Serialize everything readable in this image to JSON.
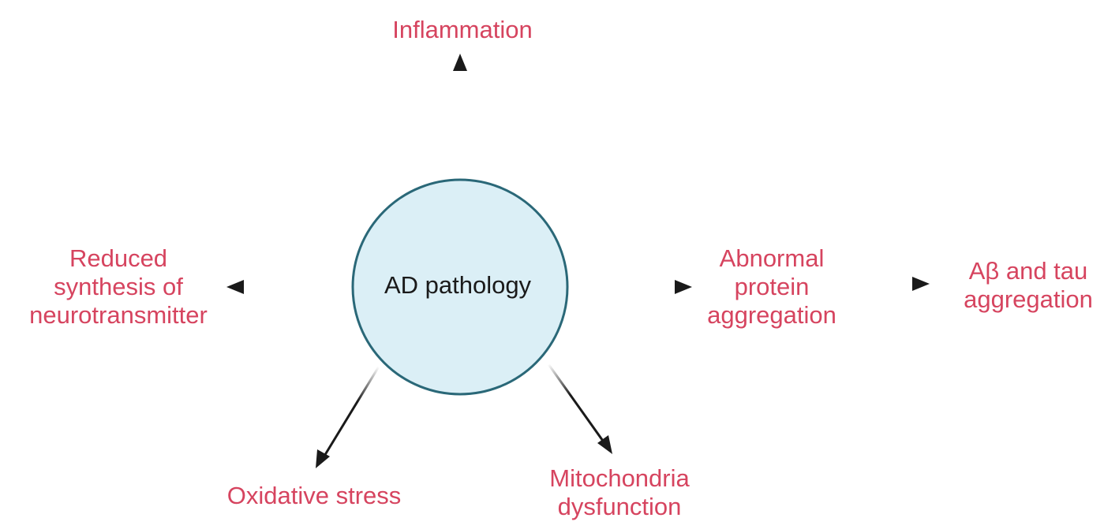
{
  "colors": {
    "label_text": "#d6445f",
    "center_text": "#1a1a1a",
    "circle_fill": "#dbeff6",
    "circle_stroke": "#2a6878",
    "arrow": "#1a1a1a"
  },
  "center": {
    "label": "AD pathology"
  },
  "nodes": {
    "inflammation": [
      "Inflammation"
    ],
    "reduced_synthesis": [
      "Reduced",
      "synthesis of",
      "neurotransmitter"
    ],
    "abnormal_protein": [
      "Abnormal",
      "protein",
      "aggregation"
    ],
    "abeta_tau": [
      "Aβ and tau",
      "aggregation"
    ],
    "oxidative_stress": [
      "Oxidative stress"
    ],
    "mitochondria": [
      "Mitochondria",
      "dysfunction"
    ]
  }
}
